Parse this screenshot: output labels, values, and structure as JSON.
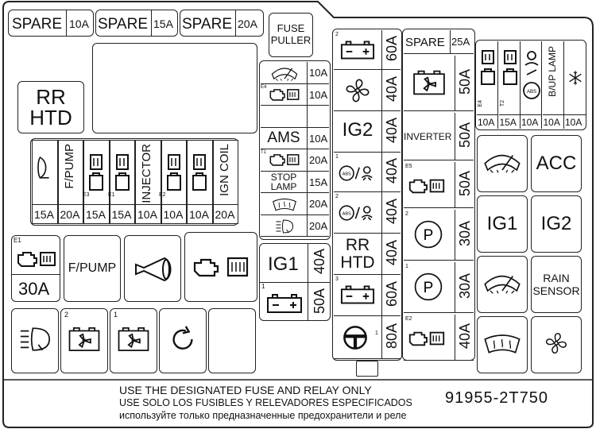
{
  "top_spares": [
    {
      "label": "SPARE",
      "amp": "10A"
    },
    {
      "label": "SPARE",
      "amp": "15A"
    },
    {
      "label": "SPARE",
      "amp": "20A"
    }
  ],
  "fuse_puller": "FUSE\nPULLER",
  "rr_htd_left": {
    "line1": "RR",
    "line2": "HTD"
  },
  "row_fuses": [
    {
      "label": "",
      "icon": "horn-icon",
      "amp": "15A"
    },
    {
      "label": "F/PUMP",
      "icon": "",
      "amp": "20A"
    },
    {
      "label": "",
      "icon": "engine-icon",
      "amp": "15A"
    },
    {
      "label": "",
      "icon": "engine-icon",
      "amp": "15A"
    },
    {
      "label": "INJECTOR",
      "icon": "",
      "amp": "10A"
    },
    {
      "label": "",
      "icon": "engine-icon",
      "amp": "10A"
    },
    {
      "label": "",
      "icon": "engine-icon",
      "amp": "10A"
    },
    {
      "label": "IGN COIL",
      "icon": "",
      "amp": "20A"
    }
  ],
  "row_fuse_codes": [
    "E3",
    "E1",
    "E2"
  ],
  "e1_block": {
    "code": "E1",
    "amp": "30A"
  },
  "f_pump_relay": "F/PUMP",
  "mid_column": [
    {
      "icon": "wiper-icon",
      "amp": "10A"
    },
    {
      "code": "E4",
      "icon": "engine-icon",
      "amp": "10A"
    },
    {
      "label": "",
      "amp": ""
    },
    {
      "label": "AMS",
      "amp": "10A"
    },
    {
      "code": "T1",
      "icon": "engine-icon",
      "amp": "20A"
    },
    {
      "label": "STOP\nLAMP",
      "amp": "15A"
    },
    {
      "icon": "defrost-icon",
      "amp": "20A"
    },
    {
      "icon": "headlamp-icon",
      "amp": "20A"
    }
  ],
  "ig1_block": {
    "label": "IG1",
    "amp1": "40A",
    "amp2": "50A",
    "code": "1"
  },
  "center_column": [
    {
      "code": "2",
      "icon": "battery-icon",
      "amp": "60A"
    },
    {
      "icon": "fan-icon",
      "amp": "40A"
    },
    {
      "label": "IG2",
      "amp": "40A"
    },
    {
      "code": "1",
      "icon": "abs-icon",
      "amp": "40A"
    },
    {
      "code": "2",
      "icon": "abs-icon",
      "amp": "40A"
    },
    {
      "label_line1": "RR",
      "label_line2": "HTD",
      "amp": "40A"
    },
    {
      "code": "3",
      "icon": "battery-icon",
      "amp": "60A"
    },
    {
      "code": "1",
      "icon": "steering-icon",
      "amp": "80A"
    }
  ],
  "right_col_a": [
    {
      "label": "SPARE",
      "amp": "25A"
    },
    {
      "icon": "cooling-fan-icon",
      "amp": "50A"
    },
    {
      "label": "INVERTER",
      "amp": "50A"
    },
    {
      "code": "E5",
      "icon": "engine-icon",
      "amp": "50A"
    },
    {
      "code": "2",
      "icon": "parking-icon",
      "amp": "30A"
    },
    {
      "code": "1",
      "icon": "parking-icon",
      "amp": "30A"
    },
    {
      "code": "E2",
      "icon": "engine-icon",
      "amp": "40A"
    }
  ],
  "small_fuses": [
    {
      "code": "E4",
      "icon": "engine-icon",
      "amp": "10A"
    },
    {
      "code": "T2",
      "icon": "engine-icon",
      "amp": "15A"
    },
    {
      "code": "",
      "icon": "abs-icon",
      "amp": "10A"
    },
    {
      "label": "B/UP LAMP",
      "amp": "10A"
    },
    {
      "icon": "ac-icon",
      "amp": "10A"
    }
  ],
  "relays_right": [
    {
      "icon": "wiper-icon"
    },
    {
      "label": "ACC"
    },
    {
      "label": "IG1"
    },
    {
      "label": "IG2"
    },
    {
      "icon": "wiper-icon"
    },
    {
      "label": "RAIN\nSENSOR"
    },
    {
      "icon": "defrost-icon"
    },
    {
      "icon": "fan-icon"
    }
  ],
  "bottom_left_relays": [
    {
      "code": "",
      "icon": "headlamp-icon"
    },
    {
      "code": "2",
      "icon": "cooling-fan-icon"
    },
    {
      "code": "1",
      "icon": "cooling-fan-icon"
    },
    {
      "code": "",
      "icon": "refresh-icon"
    },
    {
      "code": "",
      "icon": ""
    }
  ],
  "footer": {
    "line1": "USE THE DESIGNATED FUSE AND RELAY ONLY",
    "line2": "USE SOLO LOS FUSIBLES Y RELEVADORES ESPECIFICADOS",
    "line3": "используйте только предназначенные предохранители и реле",
    "part_number": "91955-2T750"
  }
}
